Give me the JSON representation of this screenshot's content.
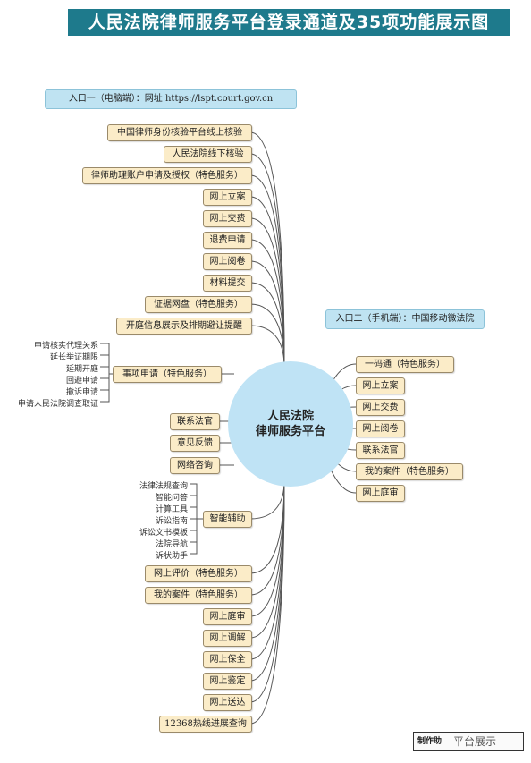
{
  "title": "人民法院律师服务平台登录通道及35项功能展示图",
  "entry1": "入口一（电脑端）：网址 https://lspt.court.gov.cn",
  "entry2": "入口二（手机端）：中国移动微法院",
  "center": {
    "line1": "人民法院",
    "line2": "律师服务平台"
  },
  "left_items": [
    "中国律师身份核验平台线上核验",
    "人民法院线下核验",
    "律师助理账户申请及授权（特色服务）",
    "网上立案",
    "网上交费",
    "退费申请",
    "网上阅卷",
    "材料提交",
    "证据网盘（特色服务）",
    "开庭信息展示及排期避让提醒",
    "事项申请（特色服务）",
    "联系法官",
    "意见反馈",
    "网络咨询",
    "智能辅助",
    "网上评价（特色服务）",
    "我的案件（特色服务）",
    "网上庭审",
    "网上调解",
    "网上保全",
    "网上鉴定",
    "网上送达",
    "12368热线进展查询"
  ],
  "sub_matters": [
    "申请核实代理关系",
    "延长举证期限",
    "延期开庭",
    "回避申请",
    "撤诉申请",
    "申请人民法院调查取证"
  ],
  "sub_smart": [
    "法律法规查询",
    "智能问答",
    "计算工具",
    "诉讼指南",
    "诉讼文书模板",
    "法院导航",
    "诉状助手"
  ],
  "right_items": [
    "一码通（特色服务）",
    "网上立案",
    "网上交费",
    "网上阅卷",
    "联系法官",
    "我的案件（特色服务）",
    "网上庭审"
  ],
  "footer": {
    "made": "制作助",
    "watermark": "平台展示"
  },
  "colors": {
    "title_bg": "#1e7a8c",
    "box_bg": "#fbecc8",
    "entry_bg": "#bfe3f2",
    "center_bg": "#bfe3f5"
  }
}
